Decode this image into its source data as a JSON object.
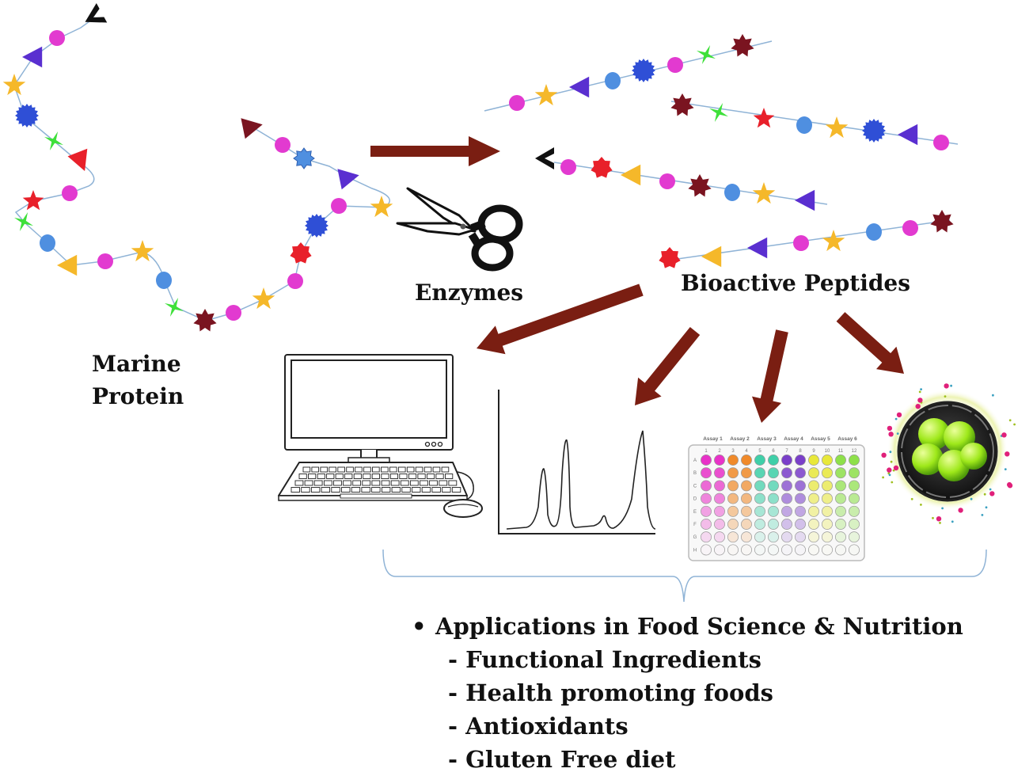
{
  "labels": {
    "marine_protein": [
      "Marine",
      "Protein"
    ],
    "enzymes": "Enzymes",
    "bioactive_peptides": "Bioactive Peptides"
  },
  "applications": {
    "bullet": "•",
    "heading": "Applications  in Food Science & Nutrition",
    "items": [
      "- Functional Ingredients",
      "- Health promoting foods",
      "- Antioxidants",
      "- Gluten Free diet"
    ]
  },
  "assay_plate": {
    "assays": [
      "Assay 1",
      "Assay 2",
      "Assay 3",
      "Assay 4",
      "Assay 5",
      "Assay 6"
    ],
    "columns": [
      "1",
      "2",
      "3",
      "4",
      "5",
      "6",
      "7",
      "8",
      "9",
      "10",
      "11",
      "12"
    ],
    "rows": [
      "A",
      "B",
      "C",
      "D",
      "E",
      "F",
      "G",
      "H"
    ],
    "assay_colors": [
      "#e832c8",
      "#f08a2a",
      "#3fcfa8",
      "#7a3fc9",
      "#e8e83a",
      "#8ee04a"
    ]
  },
  "colors": {
    "arrow": "#7a1e12",
    "magenta": "#e23ad0",
    "blue_violet": "#5a2fd0",
    "orange_yellow": "#f5b82a",
    "royal_blue": "#2f4fd6",
    "green": "#3ee03a",
    "red": "#e8202a",
    "light_blue": "#4f8fe0",
    "maroon": "#7a1420",
    "black": "#111111",
    "nano_core": "#1a1a1a",
    "nano_green": "#9ee81a"
  }
}
